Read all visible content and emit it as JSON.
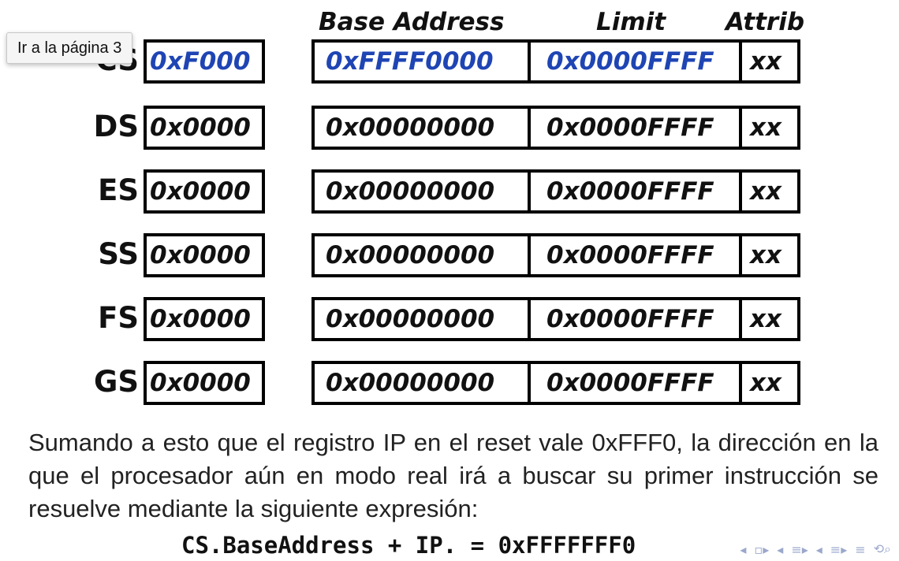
{
  "tooltip": "Ir a la página 3",
  "headers": {
    "base": "Base Address",
    "limit": "Limit",
    "attrib": "Attrib"
  },
  "registers": [
    {
      "name": "CS",
      "selector": "0xF000",
      "base": "0xFFFF0000",
      "limit": "0x0000FFFF",
      "attrib": "xx"
    },
    {
      "name": "DS",
      "selector": "0x0000",
      "base": "0x00000000",
      "limit": "0x0000FFFF",
      "attrib": "xx"
    },
    {
      "name": "ES",
      "selector": "0x0000",
      "base": "0x00000000",
      "limit": "0x0000FFFF",
      "attrib": "xx"
    },
    {
      "name": "SS",
      "selector": "0x0000",
      "base": "0x00000000",
      "limit": "0x0000FFFF",
      "attrib": "xx"
    },
    {
      "name": "FS",
      "selector": "0x0000",
      "base": "0x00000000",
      "limit": "0x0000FFFF",
      "attrib": "xx"
    },
    {
      "name": "GS",
      "selector": "0x0000",
      "base": "0x00000000",
      "limit": "0x0000FFFF",
      "attrib": "xx"
    }
  ],
  "highlight_color": "#1f45b4",
  "paragraph": "Sumando a esto que el registro IP en el reset vale 0xFFF0, la dirección en la que el procesador aún en modo real irá a buscar su primer instrucción se resuelve mediante la siguiente expresión:",
  "formula": "CS.BaseAddress + IP. = 0xFFFFFFF0",
  "nav_icons": [
    "first-frame-icon",
    "prev-frame-icon",
    "prev-subsection-icon",
    "next-subsection-icon",
    "prev-section-icon",
    "next-section-icon",
    "toc-icon",
    "search-icon"
  ]
}
